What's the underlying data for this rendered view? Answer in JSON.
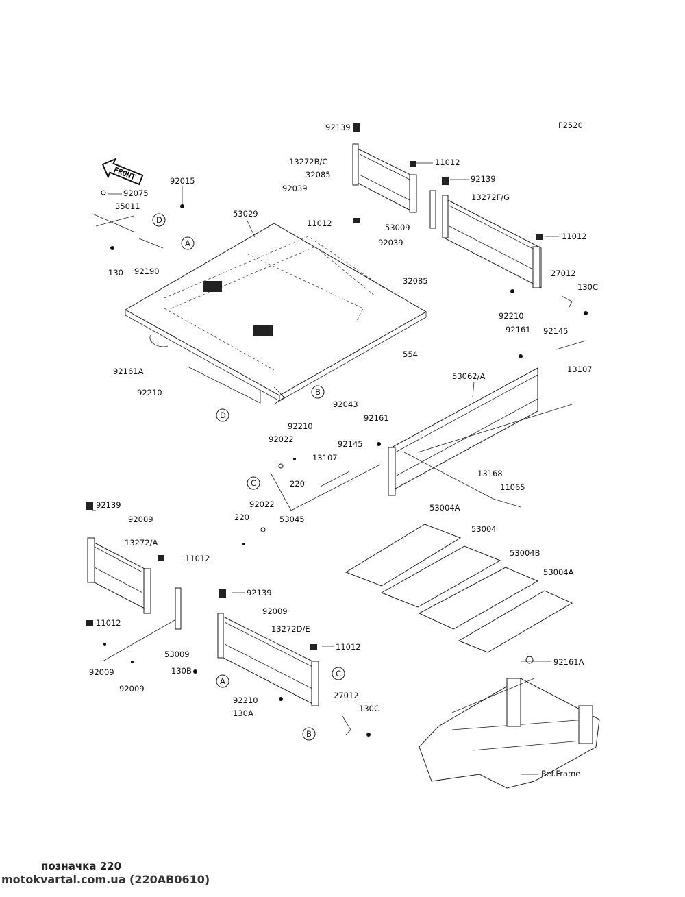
{
  "diagram": {
    "code": "F2520",
    "front_label": "FRONT",
    "ref_frame": "Ref.Frame",
    "part_labels": [
      "92139",
      "13272B/C",
      "11012",
      "32085",
      "92039",
      "11012",
      "53009",
      "92139",
      "13272F/G",
      "11012",
      "92039",
      "32085",
      "27012",
      "130C",
      "92210",
      "92075",
      "92015",
      "35011",
      "130",
      "92190",
      "53029",
      "92161A",
      "92210",
      "554",
      "92043",
      "92210",
      "92161",
      "92145",
      "13107",
      "53062/A",
      "92022",
      "220",
      "92161",
      "92145",
      "13107",
      "13168",
      "11065",
      "92022",
      "220",
      "53045",
      "92139",
      "92009",
      "13272/A",
      "11012",
      "11012",
      "53009",
      "92009",
      "92009",
      "130B",
      "92139",
      "92009",
      "13272D/E",
      "11012",
      "92210",
      "130A",
      "27012",
      "130C",
      "53004A",
      "53004",
      "53004B",
      "53004A",
      "92161A"
    ],
    "ref_markers": [
      "A",
      "A",
      "B",
      "B",
      "C",
      "C",
      "D",
      "D"
    ]
  },
  "footer": {
    "caption": "позначка 220",
    "source": "motokvartal.com.ua (220AB0610)"
  }
}
